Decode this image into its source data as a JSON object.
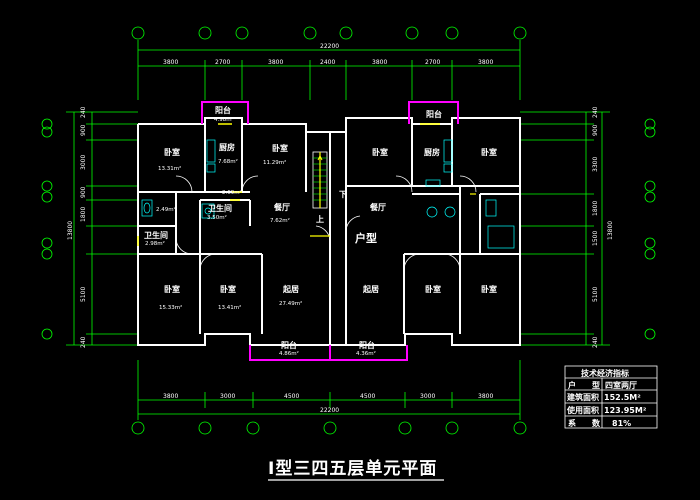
{
  "title": "I型三四五层单元平面",
  "dimensions": {
    "top_total": "22200",
    "bottom_total": "22200",
    "top_segments": [
      "3800",
      "2700",
      "3800",
      "2400",
      "3800",
      "2700",
      "3800"
    ],
    "bottom_segments": [
      "3800",
      "3000",
      "4500",
      "4500",
      "3000",
      "3800"
    ],
    "left": [
      "240",
      "900",
      "3000",
      "900",
      "1800",
      "13800",
      "5100",
      "240"
    ],
    "right": [
      "240",
      "900",
      "3300",
      "1800",
      "1500",
      "13800",
      "5100",
      "240"
    ]
  },
  "rooms": {
    "balcony_top_left": "阳台",
    "balcony_top_left_area": "4.98m²",
    "balcony_top_right": "阳台",
    "bedroom_tl": "卧室",
    "bedroom_tl_area": "13.31m²",
    "kitchen_l": "厨房",
    "kitchen_l_area": "7.68m²",
    "bedroom_tc": "卧室",
    "bedroom_tc_area": "11.29m²",
    "hall_small_area": "2.69m²",
    "bath_l_area": "2.49m²",
    "bath_l": "卫生间",
    "bath_l_area2": "2.98m²",
    "bath_c": "卫生间",
    "bath_c_area": "3.50m²",
    "dining_l": "餐厅",
    "dining_l_area": "7.62m²",
    "bedroom_bl": "卧室",
    "bedroom_bl_area": "15.33m²",
    "bedroom_bl2": "卧室",
    "bedroom_bl2_area": "13.41m²",
    "living_l": "起居",
    "living_l_area": "27.49m²",
    "stair_down": "下",
    "stair_up": "上",
    "bedroom_tr1": "卧室",
    "kitchen_r": "厨房",
    "bedroom_tr2": "卧室",
    "dining_r": "餐厅",
    "unit_type": "户型",
    "living_r": "起居",
    "bedroom_br1": "卧室",
    "bedroom_br2": "卧室",
    "balcony_bottom_left": "阳台",
    "balcony_bottom_left_area": "4.86m²",
    "balcony_bottom_right": "阳台",
    "balcony_bottom_right_area": "4.36m²"
  },
  "table": {
    "title": "技术经济指标",
    "rows": [
      [
        "户",
        "型",
        "四室两厅"
      ],
      [
        "建筑面积",
        "152.5M²"
      ],
      [
        "使用面积",
        "123.95M²"
      ],
      [
        "系",
        "数",
        "81%"
      ]
    ]
  },
  "colors": {
    "background": "#000000",
    "wall": "#ffffff",
    "dimension": "#00ff00",
    "balcony": "#ff00ff",
    "fixture": "#00ffff",
    "stair": "#ffff00",
    "grid_circle": "#00ff00"
  }
}
